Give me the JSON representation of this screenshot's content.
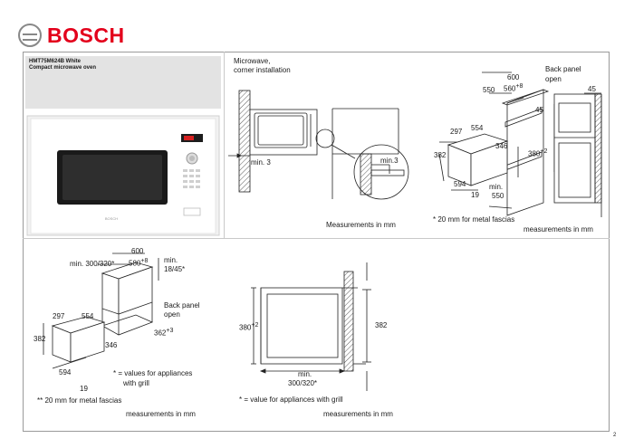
{
  "brand": {
    "name": "BOSCH",
    "color": "#e3001b"
  },
  "product": {
    "model": "HMT75M624B White",
    "description": "Compact microwave oven"
  },
  "panel_corner": {
    "title_line1": "Microwave,",
    "title_line2": "corner installation",
    "dim_min3_a": "min. 3",
    "dim_min3_b": "min.3",
    "units": "Measurements in mm"
  },
  "panel_tall": {
    "d600": "600",
    "d560": "560",
    "d560_sup": "+8",
    "d550": "550",
    "d45_a": "45",
    "d45_b": "45",
    "back_panel_1": "Back panel",
    "back_panel_2": "open",
    "d554": "554",
    "d297": "297",
    "d382": "382",
    "d346": "346",
    "d380": "380",
    "d380_sup": "+2",
    "d594": "594",
    "d19": "19",
    "dmin550": "min.",
    "dmin550_b": "550",
    "note": "* 20 mm for metal fascias",
    "units": "measurements in mm"
  },
  "panel_wall": {
    "d600": "600",
    "dmin300": "min. 300/320*",
    "d580": "580",
    "d580_sup": "+8",
    "dmin18": "min.",
    "dmin18_b": "18/45*",
    "back_panel_1": "Back panel",
    "back_panel_2": "open",
    "d297": "297",
    "d554": "554",
    "d382": "382",
    "d346": "346",
    "d362": "362",
    "d362_sup": "+3",
    "d594": "594",
    "d19": "19",
    "note_values_1": "* = values for appliances",
    "note_values_2": "with grill",
    "note_metal": "** 20 mm for metal fascias",
    "units": "measurements in mm"
  },
  "panel_side": {
    "d380": "380",
    "d380_sup": "+2",
    "d382": "382",
    "dmin_1": "min.",
    "dmin_2": "300/320*",
    "note": "* = value for appliances with grill",
    "units": "measurements in mm"
  },
  "page_number": "2"
}
